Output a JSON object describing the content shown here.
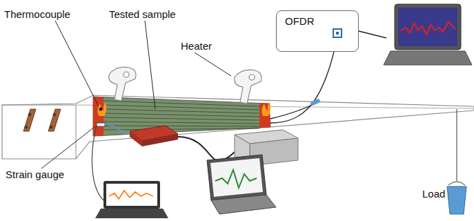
{
  "diagram": {
    "nodes": [
      {
        "text": [
          "OFDR"
        ]
      }
    ],
    "labels": [
      "Thermocouple",
      "Tested sample",
      "Heater",
      "Strain gauge",
      "Load"
    ]
  }
}
